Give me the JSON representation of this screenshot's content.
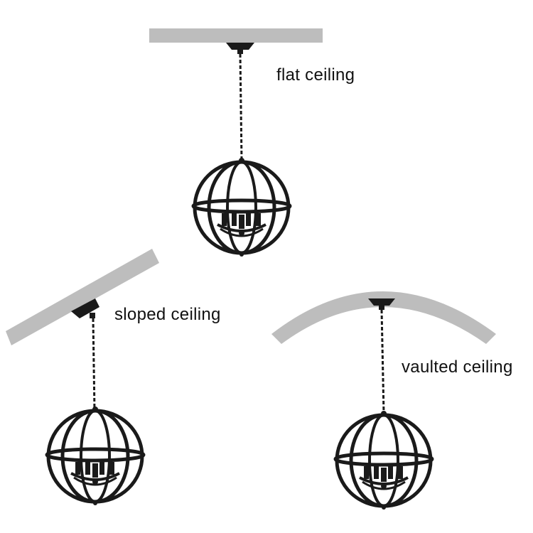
{
  "labels": {
    "flat": "flat ceiling",
    "sloped": "sloped ceiling",
    "vaulted": "vaulted ceiling"
  },
  "colors": {
    "ceiling": "#bdbdbd",
    "fixture": "#1a1a1a",
    "background": "#ffffff"
  }
}
